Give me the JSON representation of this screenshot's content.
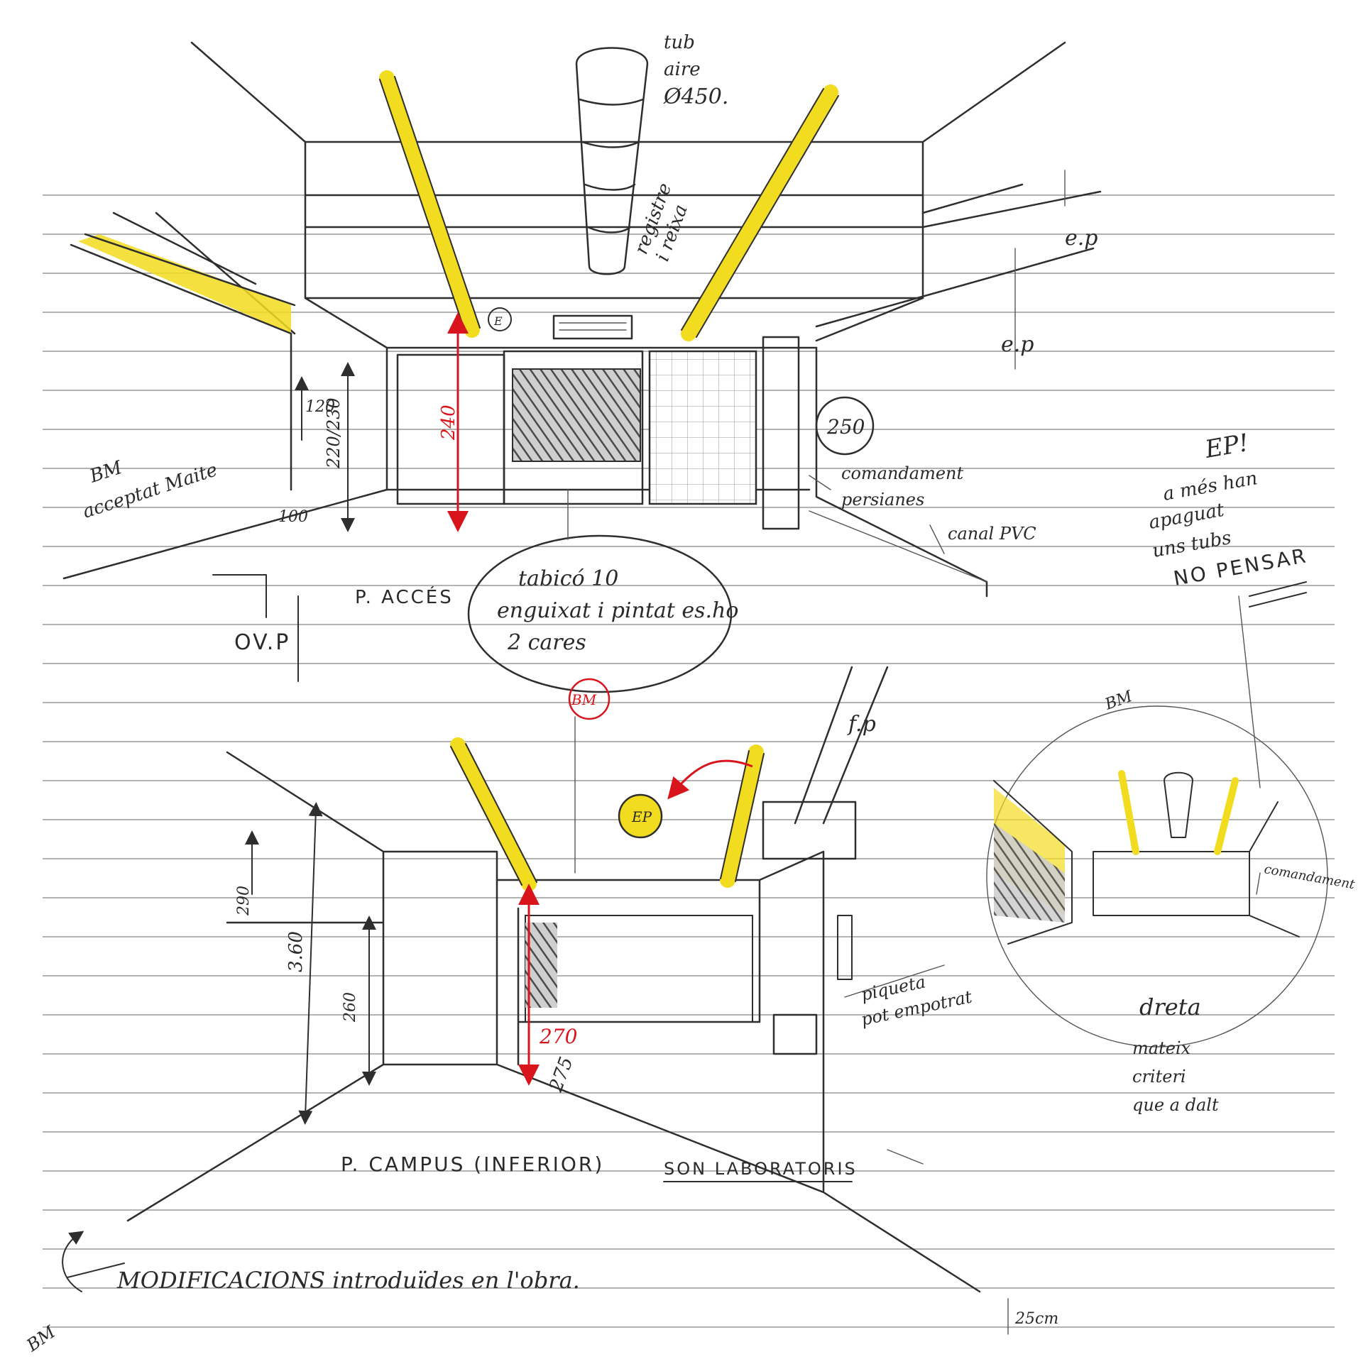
{
  "colors": {
    "paper": "#ffffff",
    "rule_lines": "#9a9a9a",
    "pencil": "#2e2e2e",
    "highlight_yellow": "#f2dc1f",
    "red_annotation": "#d8151c"
  },
  "top_view": {
    "duct_note": [
      "tub",
      "aire",
      "Ø450."
    ],
    "grille_note": [
      "registre",
      "i reixa"
    ],
    "ep_right_1": "e.p",
    "ep_right_2": "e.p",
    "dim_120": "120",
    "dim_220_230": "220/230",
    "dim_100": "100",
    "red_dim": "240",
    "marker_e": "E",
    "badge_250": "250",
    "shutter_control": [
      "comandament",
      "persianes"
    ],
    "pvc_channel": "canal PVC",
    "ovp": "OV.P",
    "floor_label": "P. ACCÉS",
    "ok_initials": "BM",
    "accepted_note": "acceptat Maite",
    "bubble_text": [
      "tabicó 10",
      "enguixat i pintat es.ho",
      "2 cares"
    ]
  },
  "right_note": {
    "ep": "EP!",
    "lines": [
      "a més han",
      "apaguat",
      "uns tubs"
    ],
    "no_pensar": "NO PENSAR"
  },
  "bottom_view": {
    "initials_circled": "BM",
    "ep_badge": "EP",
    "fp": "f.p",
    "dim_290": "290",
    "dim_360": "3.60",
    "dim_260": "260",
    "red_dim": "270",
    "dim_275": "275",
    "sink_note": [
      "piqueta",
      "pot empotrat"
    ],
    "floor_label": "P. CAMPUS (INFERIOR)",
    "labs_note": "SON LABORATORIS",
    "dim_25": "25cm"
  },
  "small_view": {
    "initials": "BM",
    "control": "comandament",
    "caption": [
      "dreta",
      "mateix",
      "criteri",
      "que a dalt"
    ]
  },
  "footer": {
    "initials": "BM",
    "note": "MODIFICACIONS introduïdes en l'obra."
  }
}
